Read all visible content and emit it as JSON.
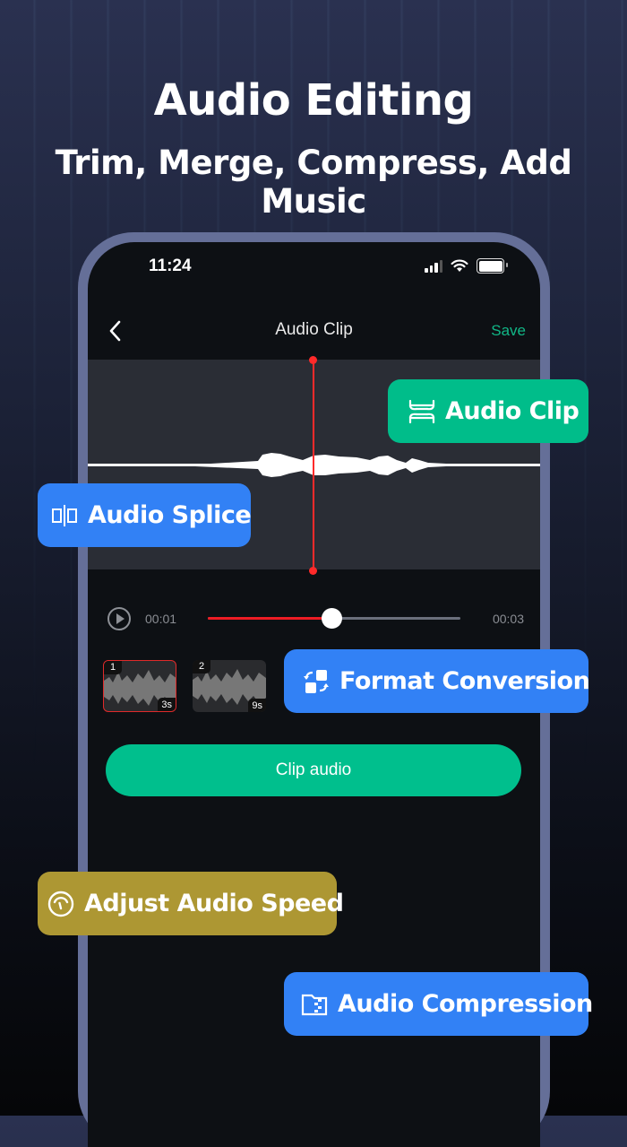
{
  "header": {
    "title": "Audio Editing",
    "subtitle": "Trim, Merge, Compress, Add Music"
  },
  "status_bar": {
    "time": "11:24",
    "icons": [
      "signal-icon",
      "wifi-icon",
      "battery-icon"
    ]
  },
  "nav": {
    "back_icon": "chevron-left-icon",
    "title": "Audio Clip",
    "save_label": "Save"
  },
  "player": {
    "current_time": "00:01",
    "total_time": "00:03",
    "progress_percent": 49,
    "play_icon": "play-circle-icon"
  },
  "clips": [
    {
      "index": "1",
      "duration": "3s",
      "selected": true
    },
    {
      "index": "2",
      "duration": "9s",
      "selected": false
    }
  ],
  "action": {
    "clip_label": "Clip audio"
  },
  "features": [
    {
      "label": "Audio Clip",
      "icon": "clip-icon",
      "color": "#00bd8a"
    },
    {
      "label": "Audio Splice",
      "icon": "splice-icon",
      "color": "#3281f5"
    },
    {
      "label": "Format Conversion",
      "icon": "convert-icon",
      "color": "#3281f5"
    },
    {
      "label": "Adjust Audio Speed",
      "icon": "speedometer-icon",
      "color": "#ad9733"
    },
    {
      "label": "Audio Compression",
      "icon": "compress-file-icon",
      "color": "#3281f5"
    }
  ],
  "colors": {
    "accent_green": "#00bf8d",
    "playhead_red": "#ff2a2a",
    "frame": "#656f98"
  }
}
